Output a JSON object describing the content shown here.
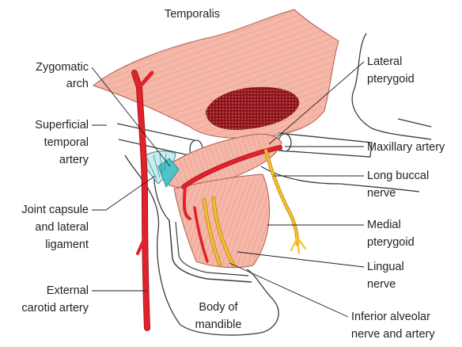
{
  "labels": {
    "temporalis": "Temporalis",
    "zygomatic_arch": [
      "Zygomatic",
      "arch"
    ],
    "superficial_temporal_artery": [
      "Superficial",
      "temporal",
      "artery"
    ],
    "joint_capsule": [
      "Joint capsule",
      "and lateral",
      "ligament"
    ],
    "external_carotid": [
      "External",
      "carotid artery"
    ],
    "body_of_mandible": [
      "Body of",
      "mandible"
    ],
    "lateral_pterygoid": [
      "Lateral",
      "pterygoid"
    ],
    "maxillary_artery": "Maxillary artery",
    "long_buccal_nerve": [
      "Long buccal",
      "nerve"
    ],
    "medial_pterygoid": [
      "Medial",
      "pterygoid"
    ],
    "lingual_nerve": [
      "Lingual",
      "nerve"
    ],
    "inferior_alveolar": [
      "Inferior alveolar",
      "nerve and artery"
    ]
  },
  "colors": {
    "muscle_fill": "#f4b7a8",
    "muscle_fiber": "#d9756a",
    "artery": "#e2222b",
    "artery_dark": "#a3151c",
    "nerve": "#f7c22a",
    "nerve_outline": "#b07d12",
    "capsule": "#4fc3c7",
    "bone_outline": "#3c3c3c",
    "text": "#231f20"
  }
}
